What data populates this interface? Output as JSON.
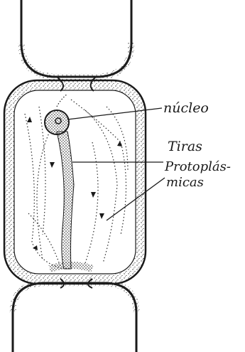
{
  "labels": {
    "nucleus": "núcleo",
    "strands_line1": "Tiras",
    "strands_line2": "Protoplás-",
    "strands_line3": "micas"
  },
  "colors": {
    "ink": "#1a1a1a",
    "stipple": "#3a3a3a",
    "background": "#ffffff"
  }
}
